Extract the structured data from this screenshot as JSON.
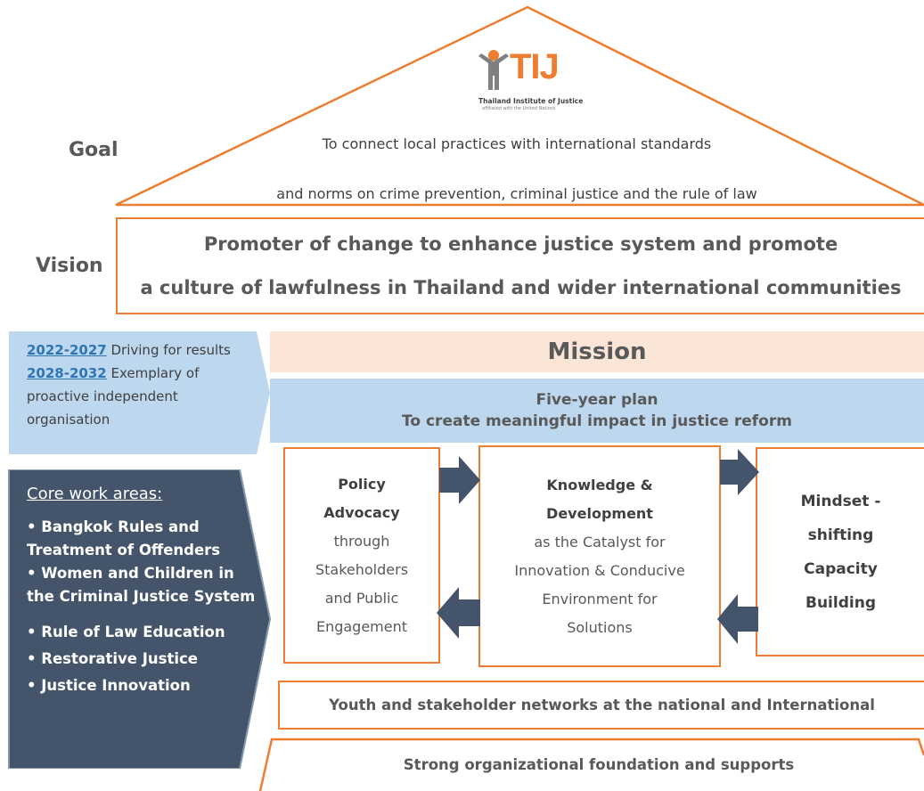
{
  "colors": {
    "orange": "#ed7d31",
    "mission_bg": "#fbe5d6",
    "plan_bg": "#bdd7ee",
    "core_bg": "#44546a",
    "text": "#595959"
  },
  "logo": {
    "name": "TIJ",
    "subtitle": "Thailand Institute of Justice",
    "tagline": "affiliated with the United Nations"
  },
  "goal": {
    "label": "Goal",
    "lines": [
      "To connect local practices with international standards",
      "and norms on crime prevention, criminal justice and the rule of law"
    ]
  },
  "vision": {
    "label": "Vision",
    "lines": [
      "Promoter of change to enhance justice system and promote",
      "a culture of lawfulness in Thailand and wider international communities"
    ]
  },
  "timeline": [
    {
      "years": "2022-2027",
      "text": " Driving for results"
    },
    {
      "years": "2028-2032",
      "text": " Exemplary of"
    }
  ],
  "timeline_tail": [
    "proactive independent",
    "organisation"
  ],
  "mission": {
    "title": "Mission"
  },
  "plan": {
    "line1": "Five-year plan",
    "line2": "To create meaningful impact in justice reform"
  },
  "core": {
    "title": "Core work areas:",
    "items": [
      "•  Bangkok Rules and",
      "Treatment of Offenders",
      "• Women and Children in",
      "the Criminal Justice System",
      "•  Rule of Law Education",
      "•  Restorative  Justice",
      "•  Justice Innovation"
    ]
  },
  "boxes": {
    "policy": {
      "bold": [
        "Policy",
        "Advocacy"
      ],
      "normal": [
        "through",
        "Stakeholders",
        "and Public",
        "Engagement"
      ]
    },
    "knowledge": {
      "bold": [
        "Knowledge &",
        "Development"
      ],
      "normal": [
        "as the Catalyst for",
        "Innovation & Conducive",
        "Environment for",
        "Solutions"
      ]
    },
    "mindset": {
      "bold": [
        "Mindset -",
        "shifting",
        "Capacity",
        "Building"
      ]
    }
  },
  "youth": "Youth and stakeholder networks at the national and International",
  "foundation": "Strong organizational foundation and supports"
}
